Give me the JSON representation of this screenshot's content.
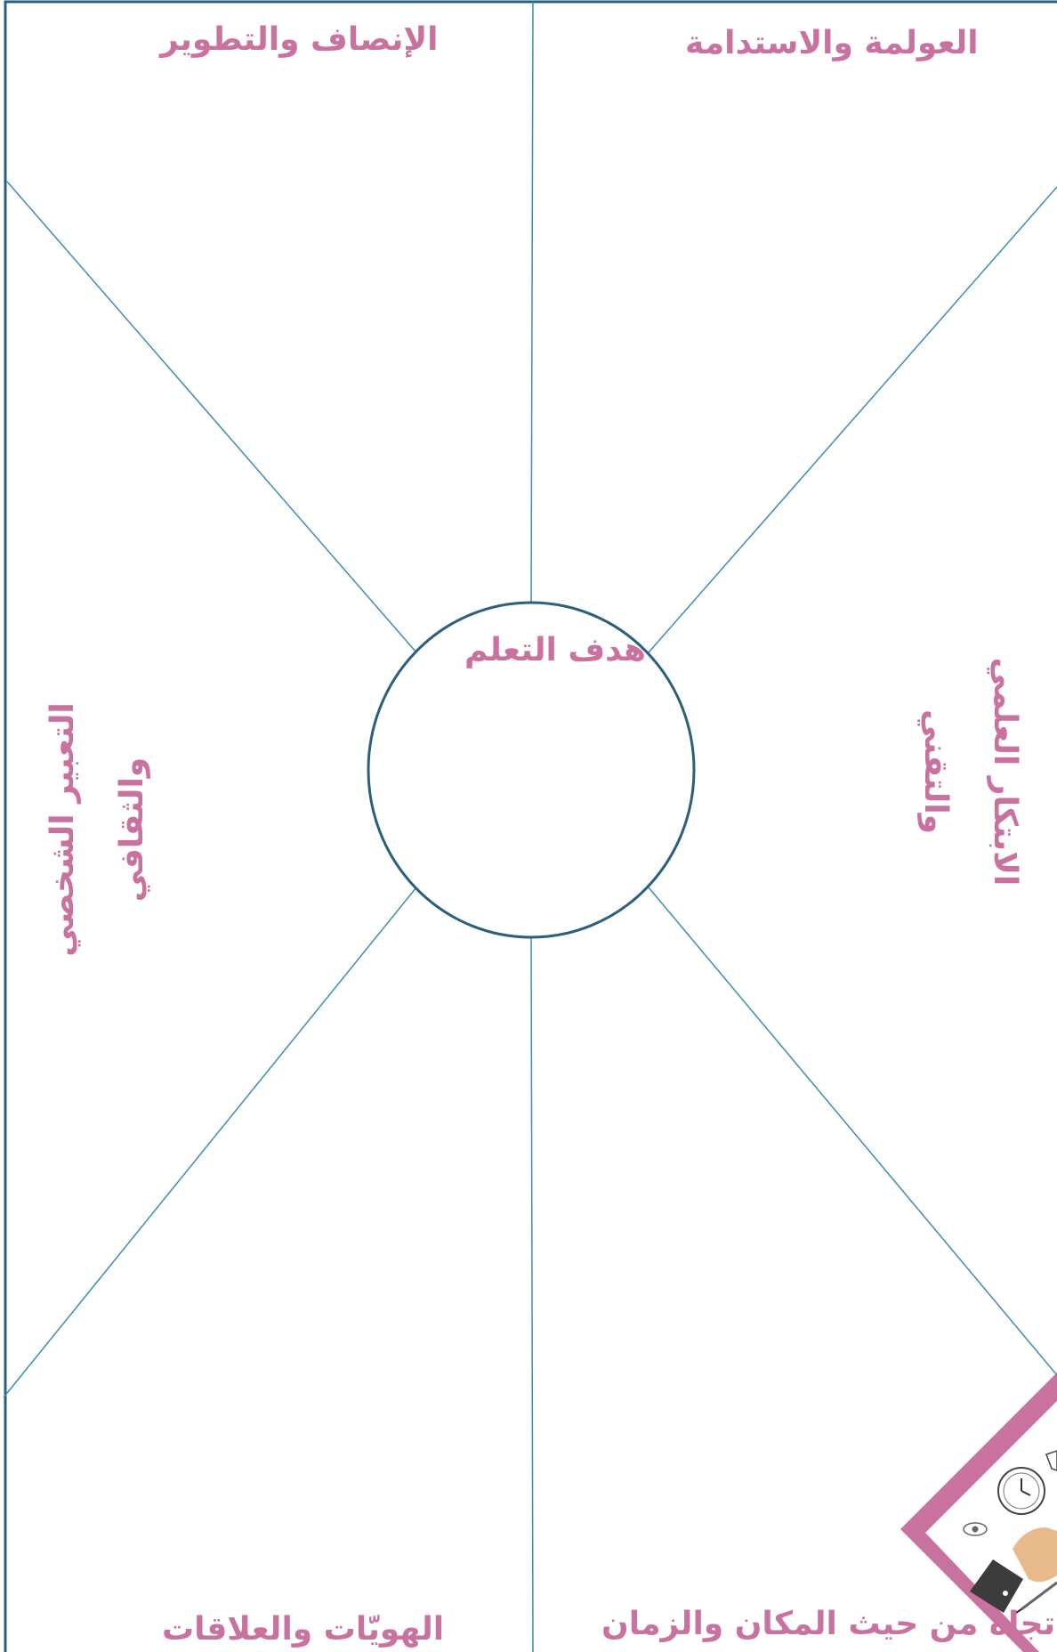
{
  "labels": {
    "top_right": "العولمة والاستدامة",
    "top_left": "الإنصاف والتطوير",
    "right": {
      "line1": "الابتكار العلمي",
      "line2": "والتقني"
    },
    "left": {
      "line1": "التعبير الشخصي",
      "line2": "والثقافي"
    },
    "bottom_right": "الاتجاه من حيث المكان والزمان",
    "bottom_left": "الهويّات والعلاقات",
    "center": "هدف التعلم"
  },
  "colors": {
    "frame": "#2b5f7e",
    "line": "#3d8db5",
    "text": "#c9719f",
    "sticker_border": "#c9719f"
  },
  "icons": [
    "eye-icon",
    "clock-icon",
    "cursor-icon",
    "pencil-icon",
    "hand-icon"
  ]
}
